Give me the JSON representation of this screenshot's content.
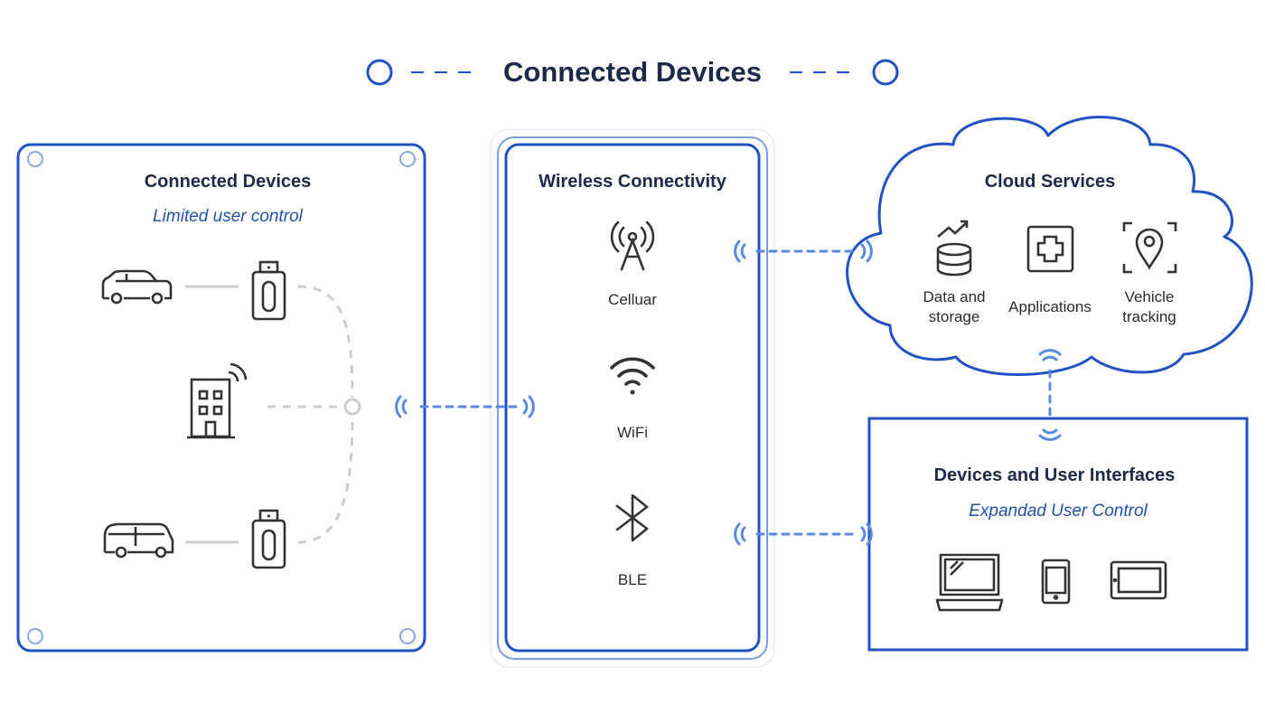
{
  "header": {
    "title": "Connected Devices"
  },
  "devices_panel": {
    "title": "Connected Devices",
    "subtitle": "Limited user control",
    "icons": [
      "car-icon",
      "usb-dongle-icon",
      "building-icon",
      "van-icon"
    ]
  },
  "wireless_panel": {
    "title": "Wireless Connectivity",
    "items": [
      {
        "label": "Celluar",
        "icon": "cell-tower-icon"
      },
      {
        "label": "WiFi",
        "icon": "wifi-icon"
      },
      {
        "label": "BLE",
        "icon": "bluetooth-icon"
      }
    ]
  },
  "cloud_panel": {
    "title": "Cloud Services",
    "items": [
      {
        "label_line1": "Data and",
        "label_line2": "storage",
        "icon": "database-icon"
      },
      {
        "label": "Applications",
        "icon": "applications-icon"
      },
      {
        "label_line1": "Vehicle",
        "label_line2": "tracking",
        "icon": "location-pin-icon"
      }
    ]
  },
  "ui_panel": {
    "title": "Devices and User Interfaces",
    "subtitle": "Expandad User Control",
    "icons": [
      "laptop-icon",
      "smartphone-icon",
      "tablet-icon"
    ]
  },
  "colors": {
    "primary_blue": "#2251c4",
    "accent_blue": "#5a8ae0",
    "title_navy": "#1c2a48",
    "icon_gray": "#333333",
    "connector_gray": "#cccccc"
  }
}
